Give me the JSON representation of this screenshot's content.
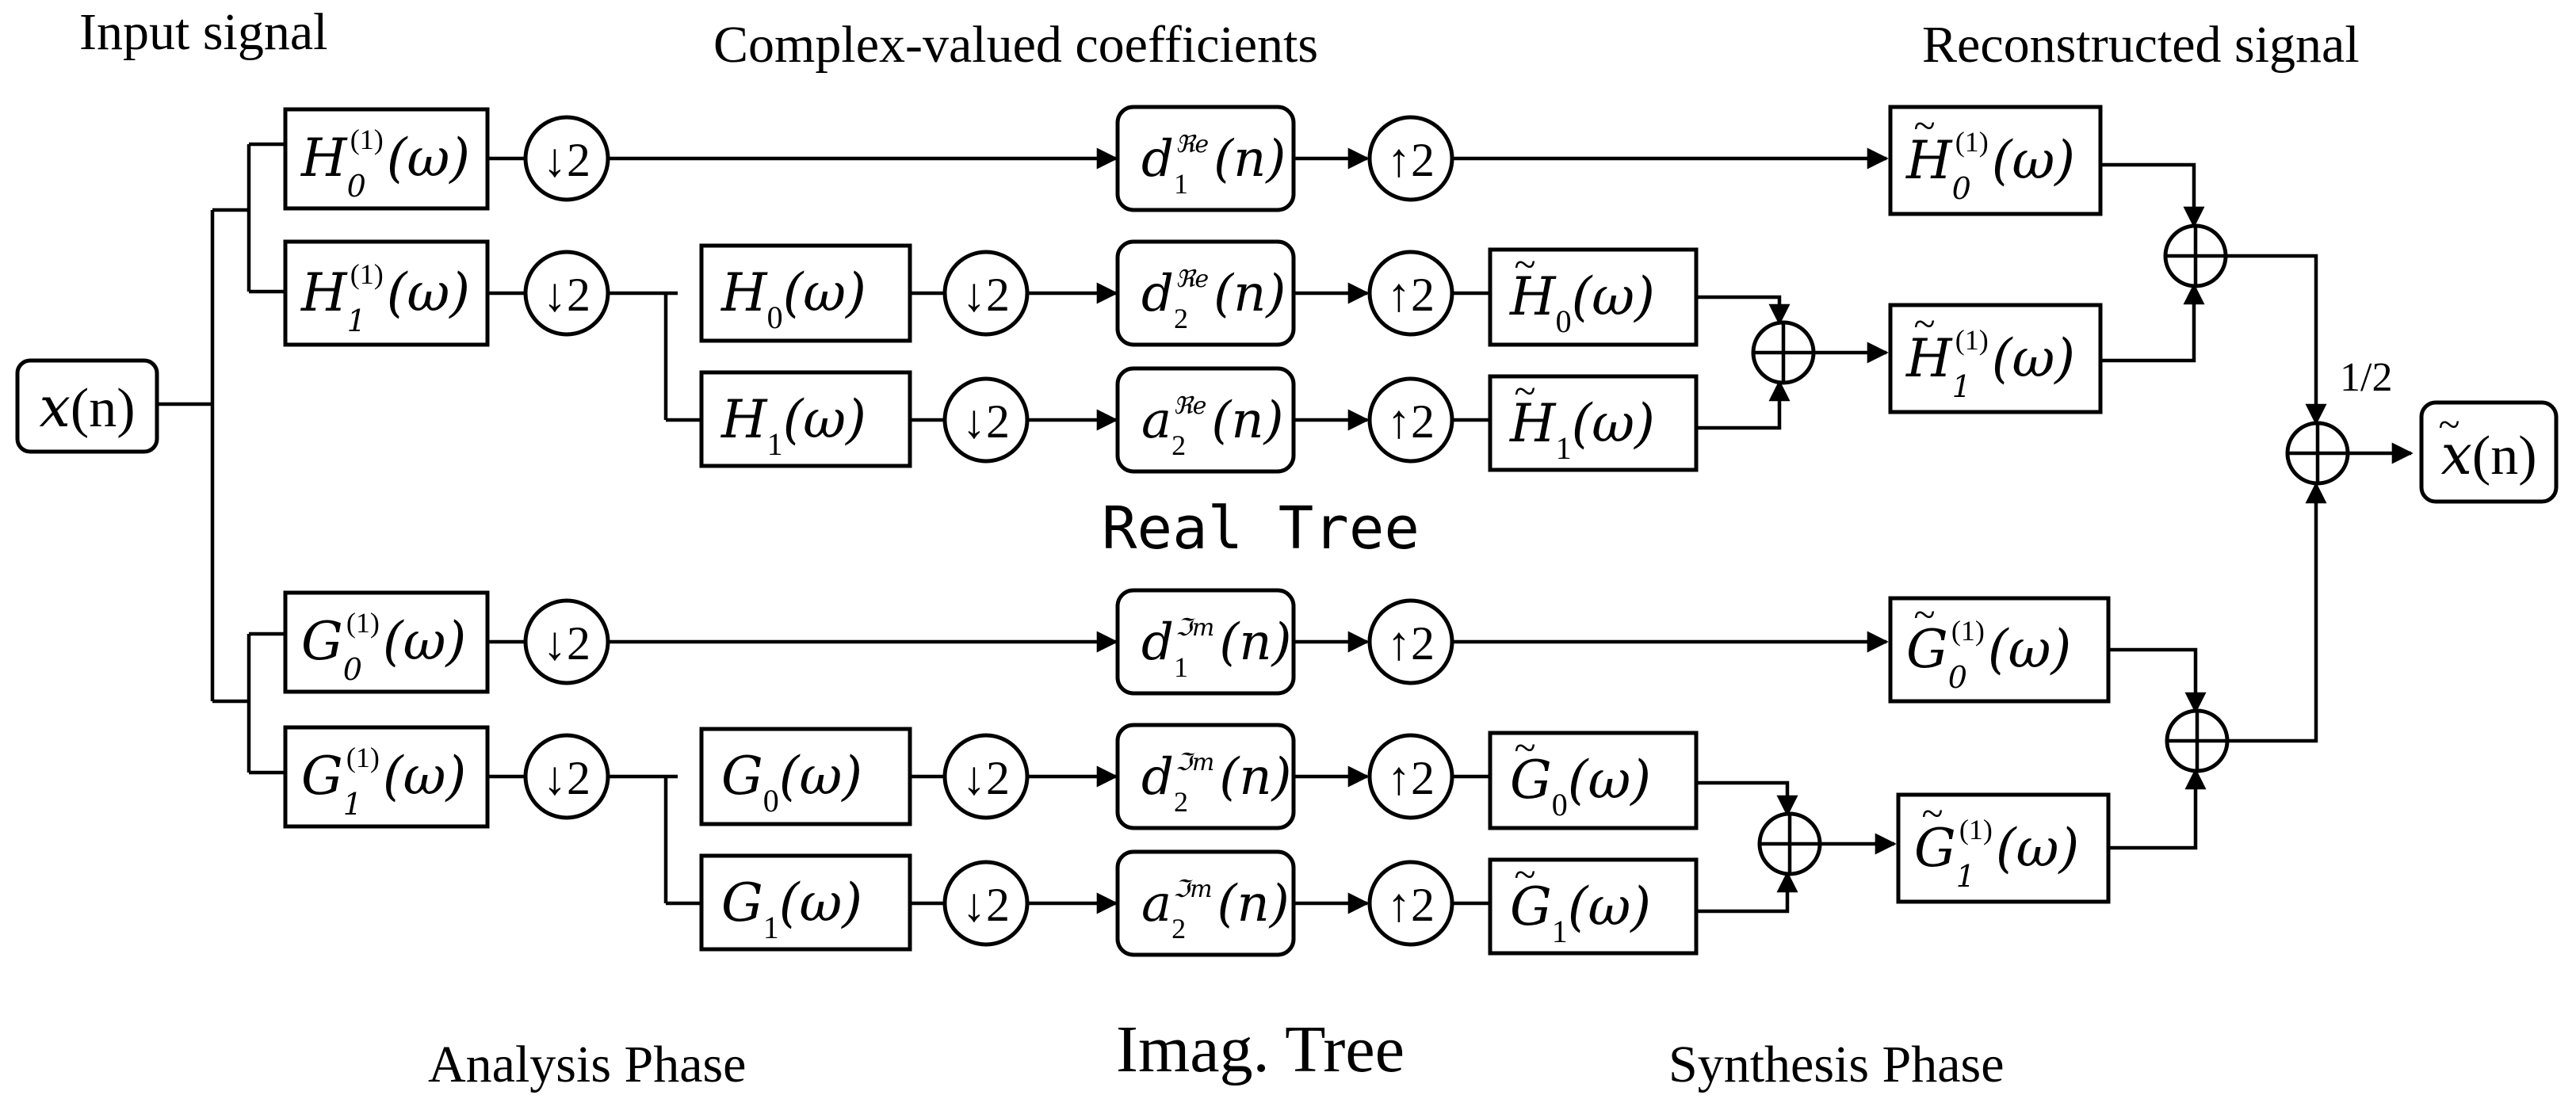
{
  "labels": {
    "input_signal": "Input signal",
    "coefficients": "Complex-valued coefficients",
    "reconstructed": "Reconstructed signal",
    "real_tree": "Real Tree",
    "imag_tree": "Imag. Tree",
    "analysis": "Analysis Phase",
    "synthesis": "Synthesis Phase",
    "half": "1/2"
  },
  "signals": {
    "input": {
      "var": "x",
      "arg": "(n)"
    },
    "output": {
      "var": "x",
      "arg": "(n)"
    }
  },
  "filters": {
    "h0_1": {
      "sym": "H",
      "sub": "0",
      "sup": "(1)",
      "arg": "(ω)"
    },
    "h1_1": {
      "sym": "H",
      "sub": "1",
      "sup": "(1)",
      "arg": "(ω)"
    },
    "h0": {
      "sym": "H",
      "sub": "0",
      "arg": "(ω)"
    },
    "h1": {
      "sym": "H",
      "sub": "1",
      "arg": "(ω)"
    },
    "g0_1": {
      "sym": "G",
      "sub": "0",
      "sup": "(1)",
      "arg": "(ω)"
    },
    "g1_1": {
      "sym": "G",
      "sub": "1",
      "sup": "(1)",
      "arg": "(ω)"
    },
    "g0": {
      "sym": "G",
      "sub": "0",
      "arg": "(ω)"
    },
    "g1": {
      "sym": "G",
      "sub": "1",
      "arg": "(ω)"
    },
    "ht0": {
      "sym": "H",
      "sub": "0",
      "arg": "(ω)"
    },
    "ht1": {
      "sym": "H",
      "sub": "1",
      "arg": "(ω)"
    },
    "ht0_1": {
      "sym": "H",
      "sub": "0",
      "sup": "(1)",
      "arg": "(ω)"
    },
    "ht1_1": {
      "sym": "H",
      "sub": "1",
      "sup": "(1)",
      "arg": "(ω)"
    },
    "gt0": {
      "sym": "G",
      "sub": "0",
      "arg": "(ω)"
    },
    "gt1": {
      "sym": "G",
      "sub": "1",
      "arg": "(ω)"
    },
    "gt0_1": {
      "sym": "G",
      "sub": "0",
      "sup": "(1)",
      "arg": "(ω)"
    },
    "gt1_1": {
      "sym": "G",
      "sub": "1",
      "sup": "(1)",
      "arg": "(ω)"
    }
  },
  "coefficients": {
    "d1_re": {
      "sym": "d",
      "sub": "1",
      "sup": "ℜe",
      "arg": "(n)"
    },
    "d2_re": {
      "sym": "d",
      "sub": "2",
      "sup": "ℜe",
      "arg": "(n)"
    },
    "a2_re": {
      "sym": "a",
      "sub": "2",
      "sup": "ℜe",
      "arg": "(n)"
    },
    "d1_im": {
      "sym": "d",
      "sub": "1",
      "sup": "ℑm",
      "arg": "(n)"
    },
    "d2_im": {
      "sym": "d",
      "sub": "2",
      "sup": "ℑm",
      "arg": "(n)"
    },
    "a2_im": {
      "sym": "a",
      "sub": "2",
      "sup": "ℑm",
      "arg": "(n)"
    }
  },
  "ops": {
    "down": "↓2",
    "up": "↑2",
    "sum": "+"
  }
}
